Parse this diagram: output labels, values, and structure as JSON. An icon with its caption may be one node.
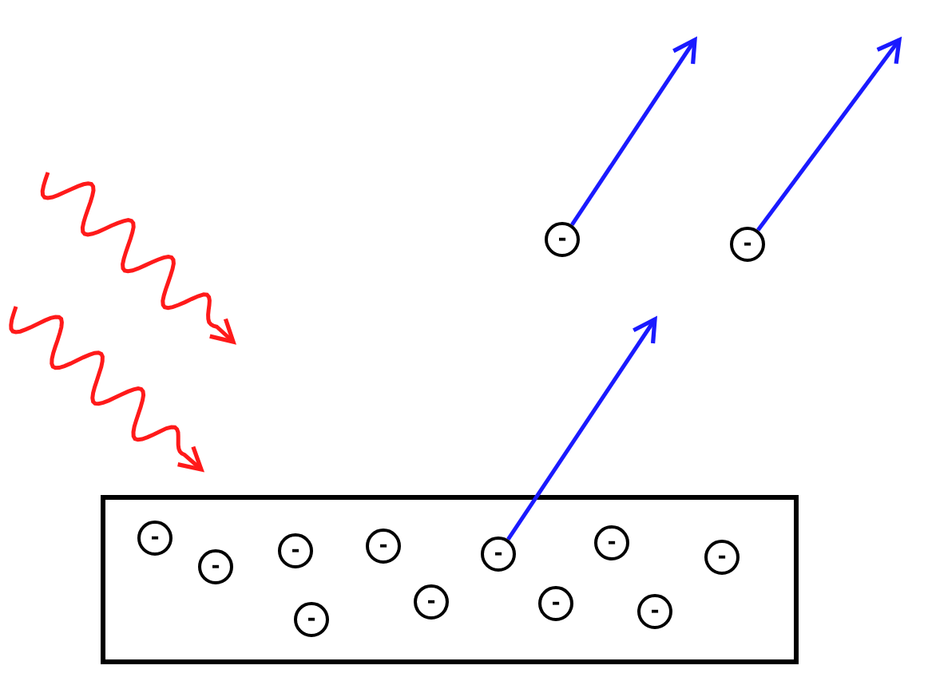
{
  "diagram": {
    "nodes": [
      {
        "text": [
          "-"
        ]
      },
      {
        "text": [
          "-"
        ]
      },
      {
        "text": [],
        "shape": "box"
      },
      {
        "text": [
          "-"
        ],
        "in": 2
      },
      {
        "text": [
          "-"
        ],
        "in": 2
      },
      {
        "text": [
          "-"
        ],
        "in": 2
      },
      {
        "text": [
          "-"
        ],
        "in": 2
      },
      {
        "text": [
          "-"
        ],
        "in": 2
      },
      {
        "text": [
          "-"
        ],
        "in": 2
      },
      {
        "text": [
          "-"
        ],
        "in": 2
      },
      {
        "text": [
          "-"
        ],
        "in": 2
      },
      {
        "text": [
          "-"
        ],
        "in": 2
      },
      {
        "text": [
          "-"
        ],
        "in": 2
      },
      {
        "text": [
          "-"
        ],
        "in": 2
      }
    ],
    "edges": [
      {
        "from": 0,
        "to": null,
        "arrow": "to"
      },
      {
        "from": 1,
        "to": null,
        "arrow": "to"
      },
      {
        "from": 9,
        "to": null,
        "arrow": "to"
      }
    ]
  }
}
